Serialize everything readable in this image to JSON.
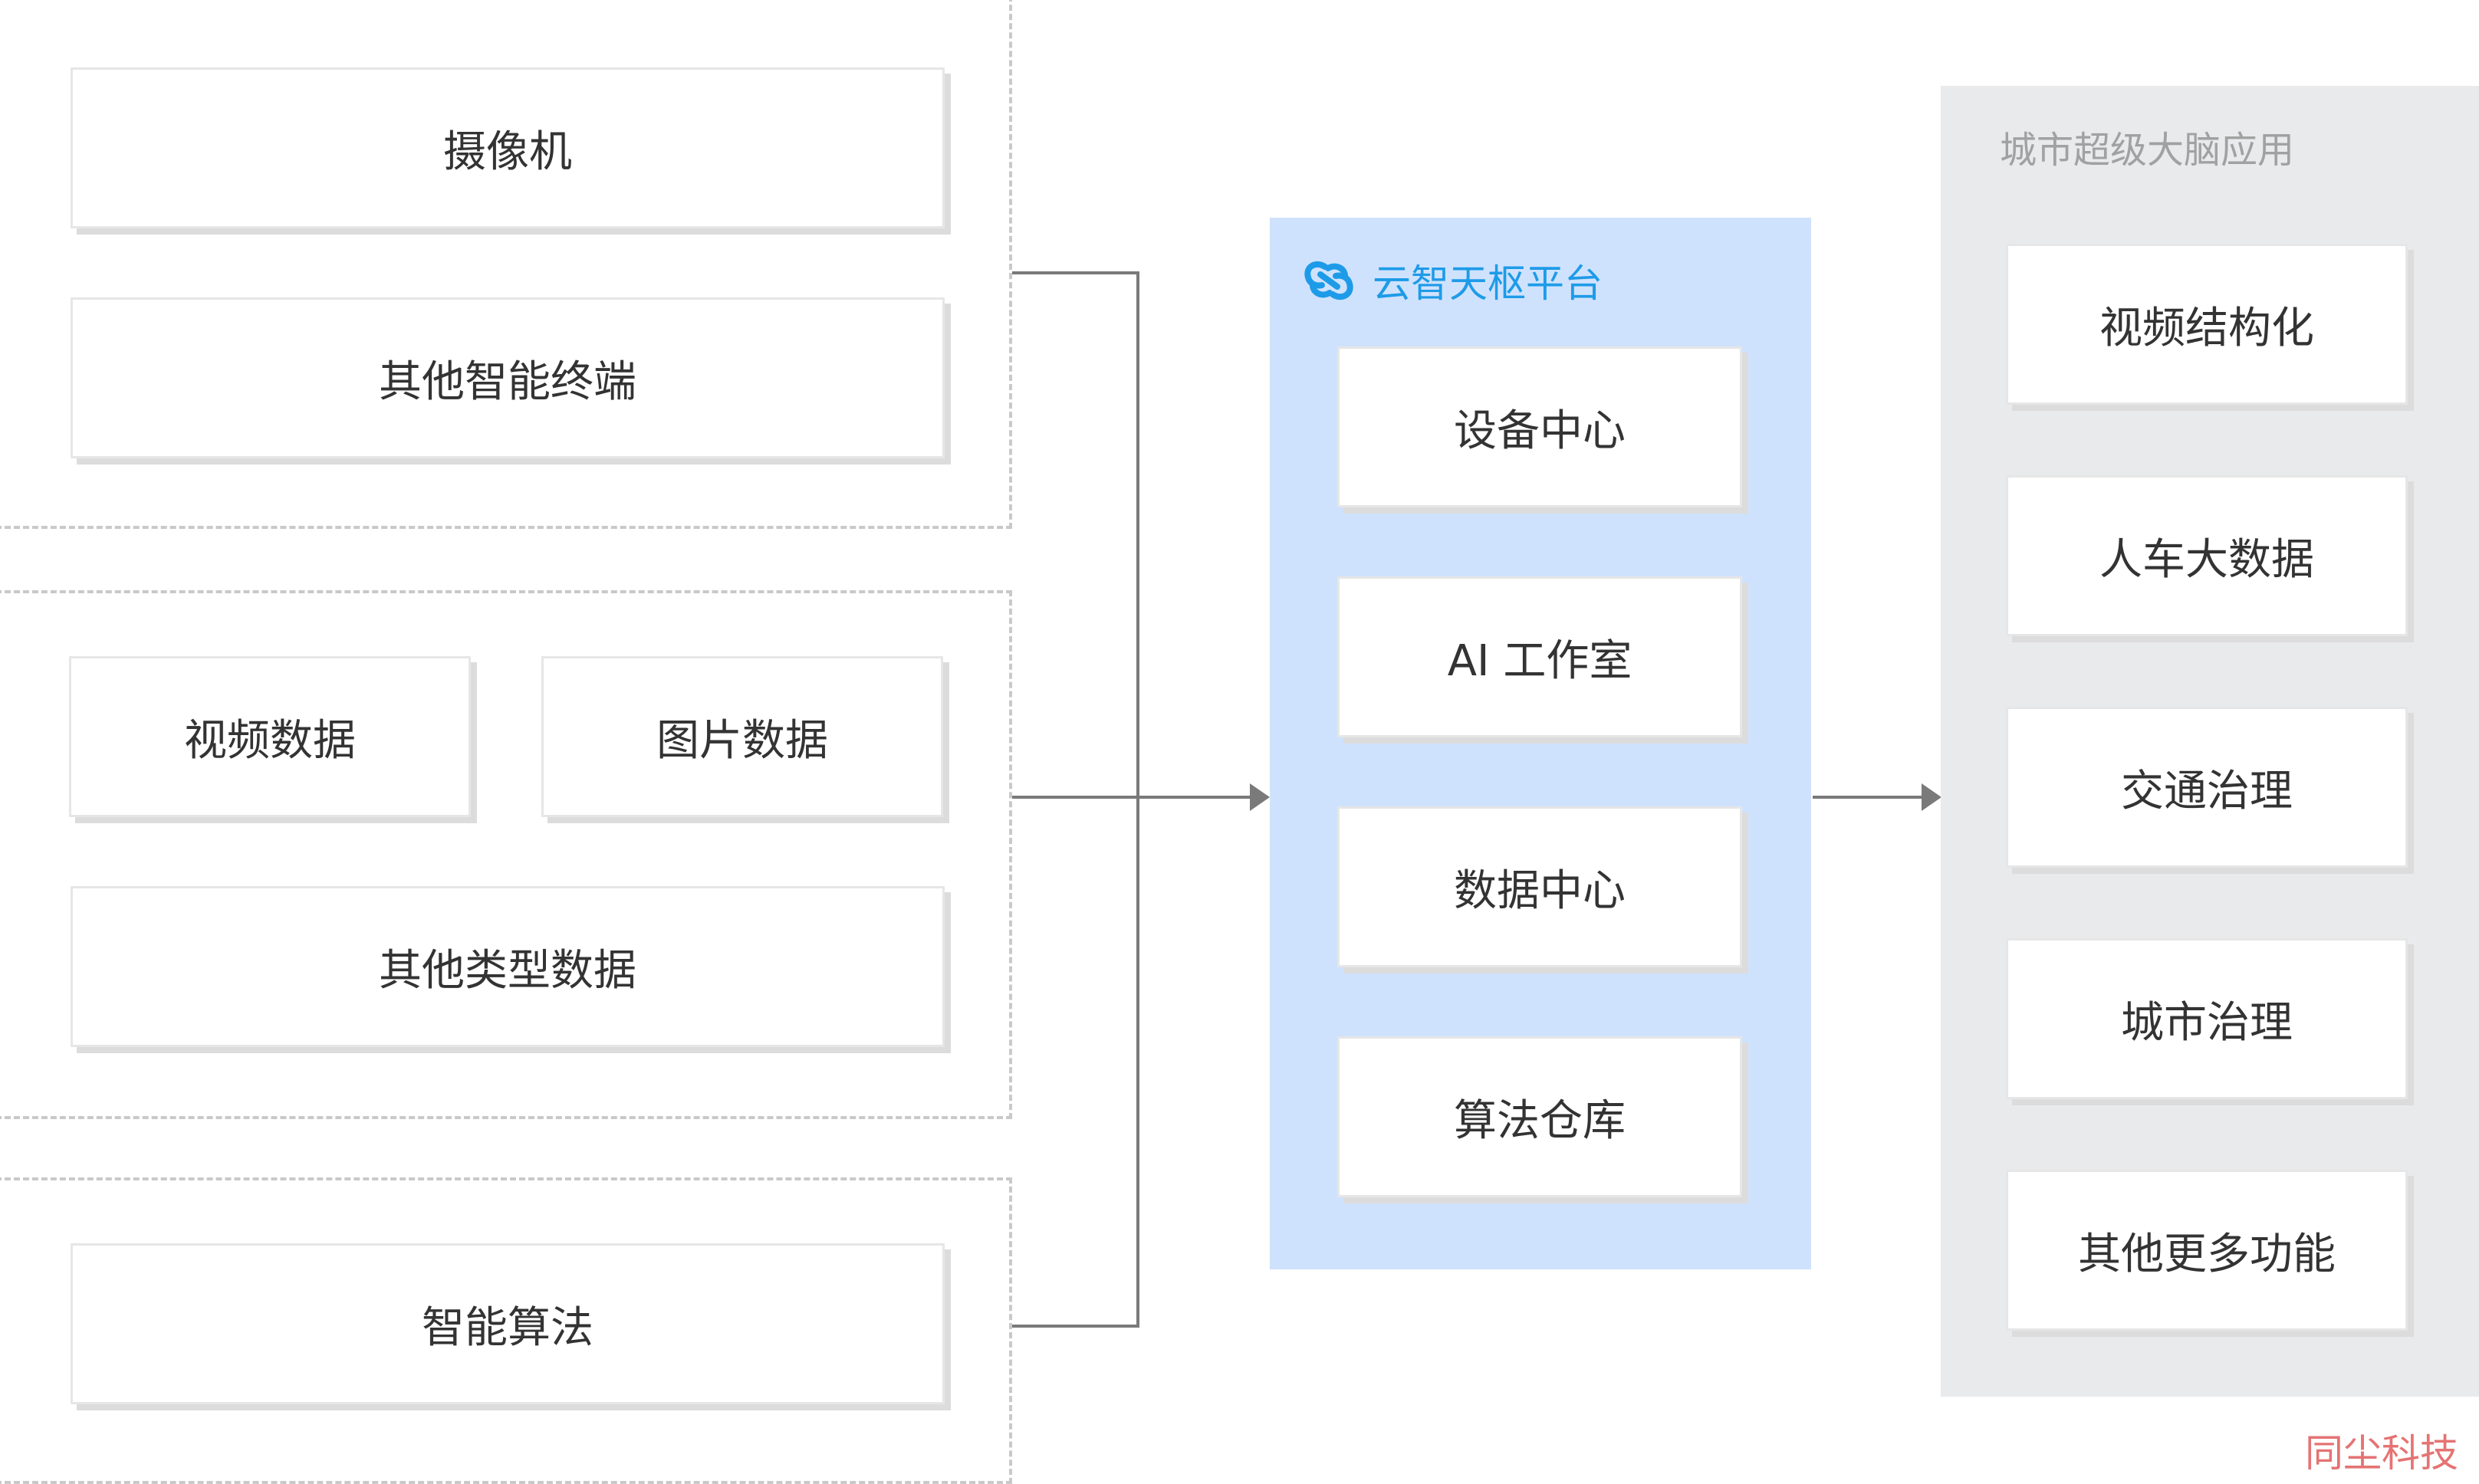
{
  "sources": {
    "devices": [
      "摄像机",
      "其他智能终端"
    ],
    "data": [
      "视频数据",
      "图片数据",
      "其他类型数据"
    ],
    "algorithms": [
      "智能算法"
    ]
  },
  "platform": {
    "title": "云智天枢平台",
    "icon": "link-icon",
    "modules": [
      "设备中心",
      "AI 工作室",
      "数据中心",
      "算法仓库"
    ],
    "accent_color": "#1e9be8",
    "background_color": "#cfe2fd"
  },
  "applications": {
    "title": "城市超级大脑应用",
    "items": [
      "视频结构化",
      "人车大数据",
      "交通治理",
      "城市治理",
      "其他更多功能"
    ],
    "background_color": "#e9eaec"
  },
  "watermark": "同尘科技"
}
